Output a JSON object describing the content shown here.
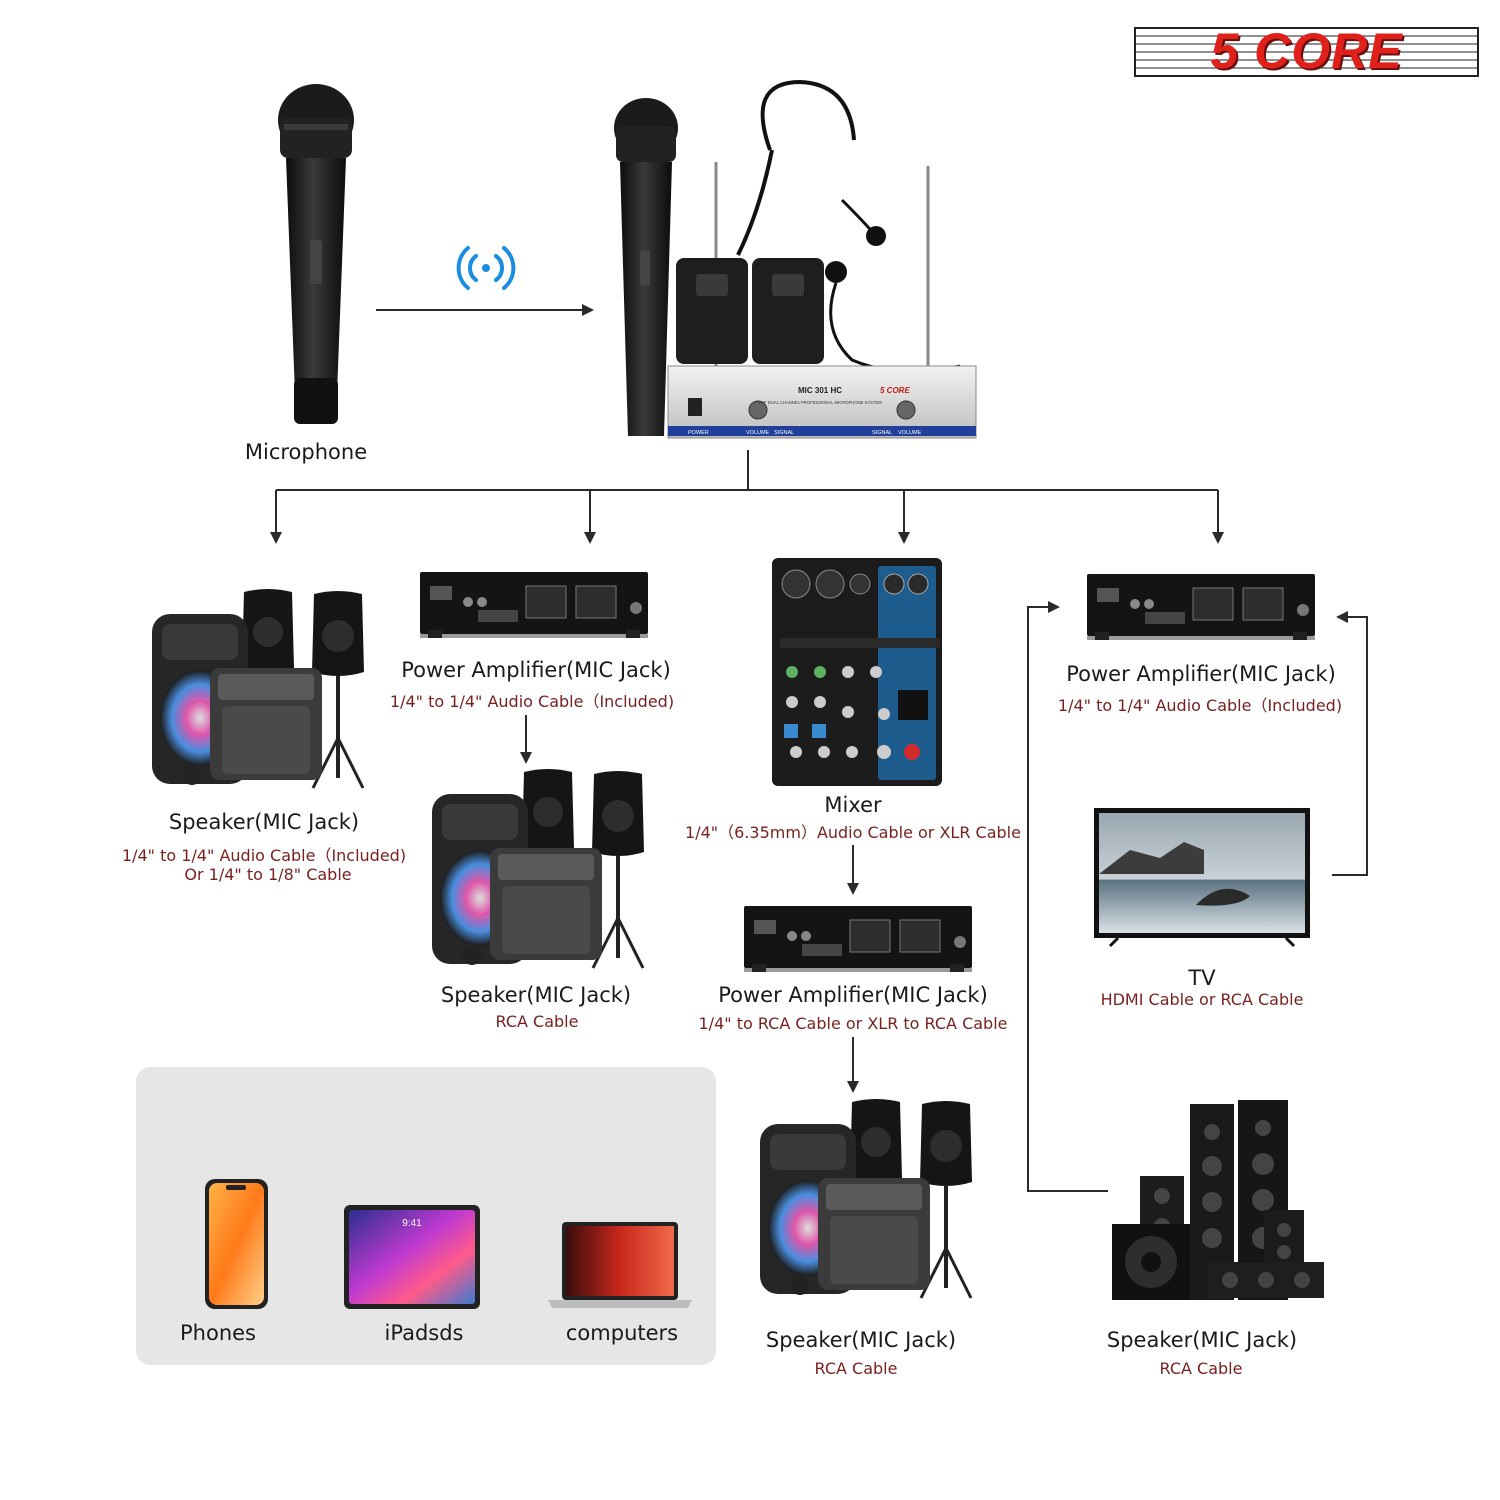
{
  "brand": {
    "logo_text": "5 CORE",
    "accent_color": "#e0201b"
  },
  "source": {
    "label": "Microphone"
  },
  "receiver": {
    "model": "MIC 301 HC",
    "caption": "VHF DUAL CHANNEL PROFESSIONAL MICROPHONE SYSTEM",
    "panel_labels": [
      "POWER",
      "VOLUME",
      "SIGNAL",
      "SIGNAL",
      "VOLUME"
    ]
  },
  "branches": [
    {
      "label": "Speaker(MIC Jack)",
      "cable": "1/4\" to 1/4\" Audio Cable（Included)",
      "cable2": "Or 1/4\"  to 1/8\" Cable"
    },
    {
      "label": "Power Amplifier(MIC Jack)",
      "cable": "1/4\" to 1/4\" Audio Cable（Included)",
      "next": {
        "label": "Speaker(MIC Jack)",
        "cable": "RCA Cable"
      }
    },
    {
      "label": "Mixer",
      "cable": "1/4\"（6.35mm）Audio Cable or XLR Cable",
      "next": {
        "label": "Power Amplifier(MIC Jack)",
        "cable": "1/4\" to RCA Cable  or XLR to RCA Cable",
        "next": {
          "label": "Speaker(MIC Jack)",
          "cable": "RCA Cable"
        }
      }
    },
    {
      "label": "Power Amplifier(MIC Jack)",
      "cable": "1/4\" to 1/4\" Audio Cable（Included)"
    }
  ],
  "tv": {
    "label": "TV",
    "cable": "HDMI Cable or RCA Cable"
  },
  "home_speaker": {
    "label": "Speaker(MIC Jack)",
    "cable": "RCA Cable"
  },
  "devices": [
    {
      "label": "Phones",
      "icon": "phone-icon"
    },
    {
      "label": "iPadsds",
      "icon": "tablet-icon"
    },
    {
      "label": "computers",
      "icon": "laptop-icon"
    }
  ]
}
